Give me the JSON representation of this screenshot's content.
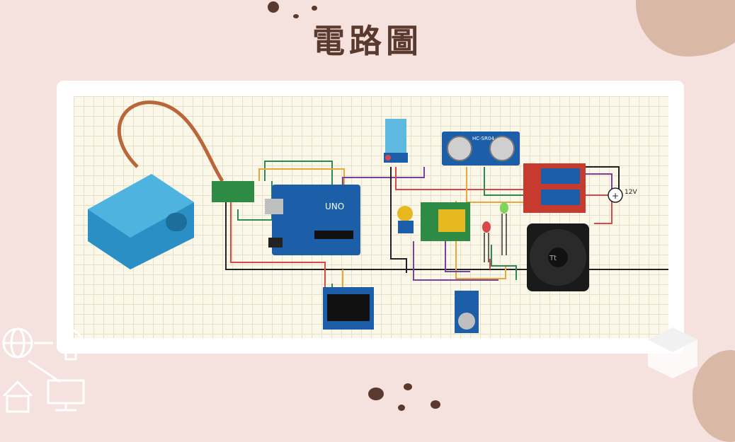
{
  "title": "電路圖",
  "diagram": {
    "uno_label": "UNO",
    "ultrasonic_label": "HC-SR04",
    "power_label": "12V",
    "fan_brand": "Tt"
  },
  "colors": {
    "background": "#f5e1dd",
    "accent": "#5a3a2e",
    "blob": "#d9b9a6"
  }
}
